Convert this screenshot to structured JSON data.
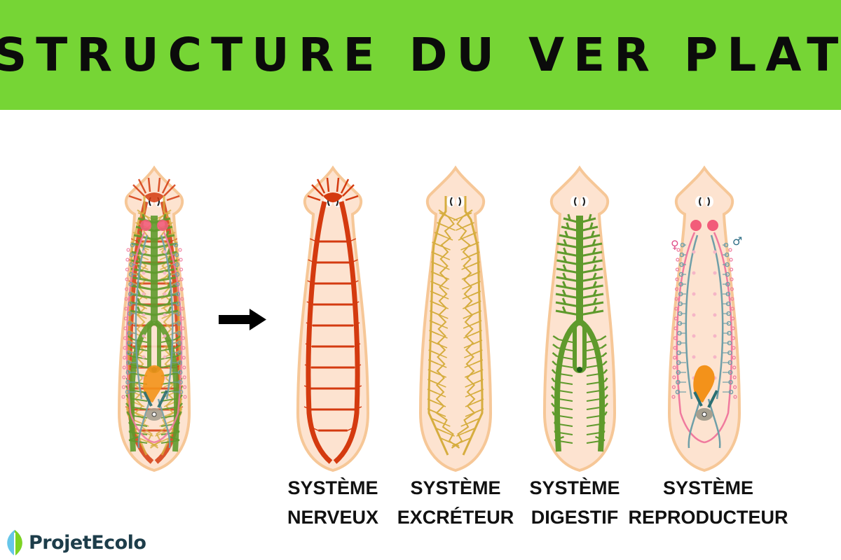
{
  "title": "STRUCTURE DU VER PLAT",
  "labels": {
    "nervous": [
      "SYSTÈME",
      "NERVEUX"
    ],
    "excretory": [
      "SYSTÈME",
      "EXCRÉTEUR"
    ],
    "digestive": [
      "SYSTÈME",
      "DIGESTIF"
    ],
    "reproductive": [
      "SYSTÈME",
      "REPRODUCTEUR"
    ]
  },
  "symbols": {
    "female": "♀",
    "male": "♂"
  },
  "logo": {
    "text": "ProjetEcolo"
  },
  "colors": {
    "banner": "#76d535",
    "body_fill": "#fde3d0",
    "body_outline": "#f6c797",
    "nervous": "#d43a0f",
    "excretory": "#d6ad3f",
    "digestive": "#5f9a2c",
    "reproductive_duct": "#6f9fa8",
    "reproductive_pink": "#f07a9e",
    "ovary": "#f25c7a",
    "penis_bulb": "#f3921a"
  }
}
